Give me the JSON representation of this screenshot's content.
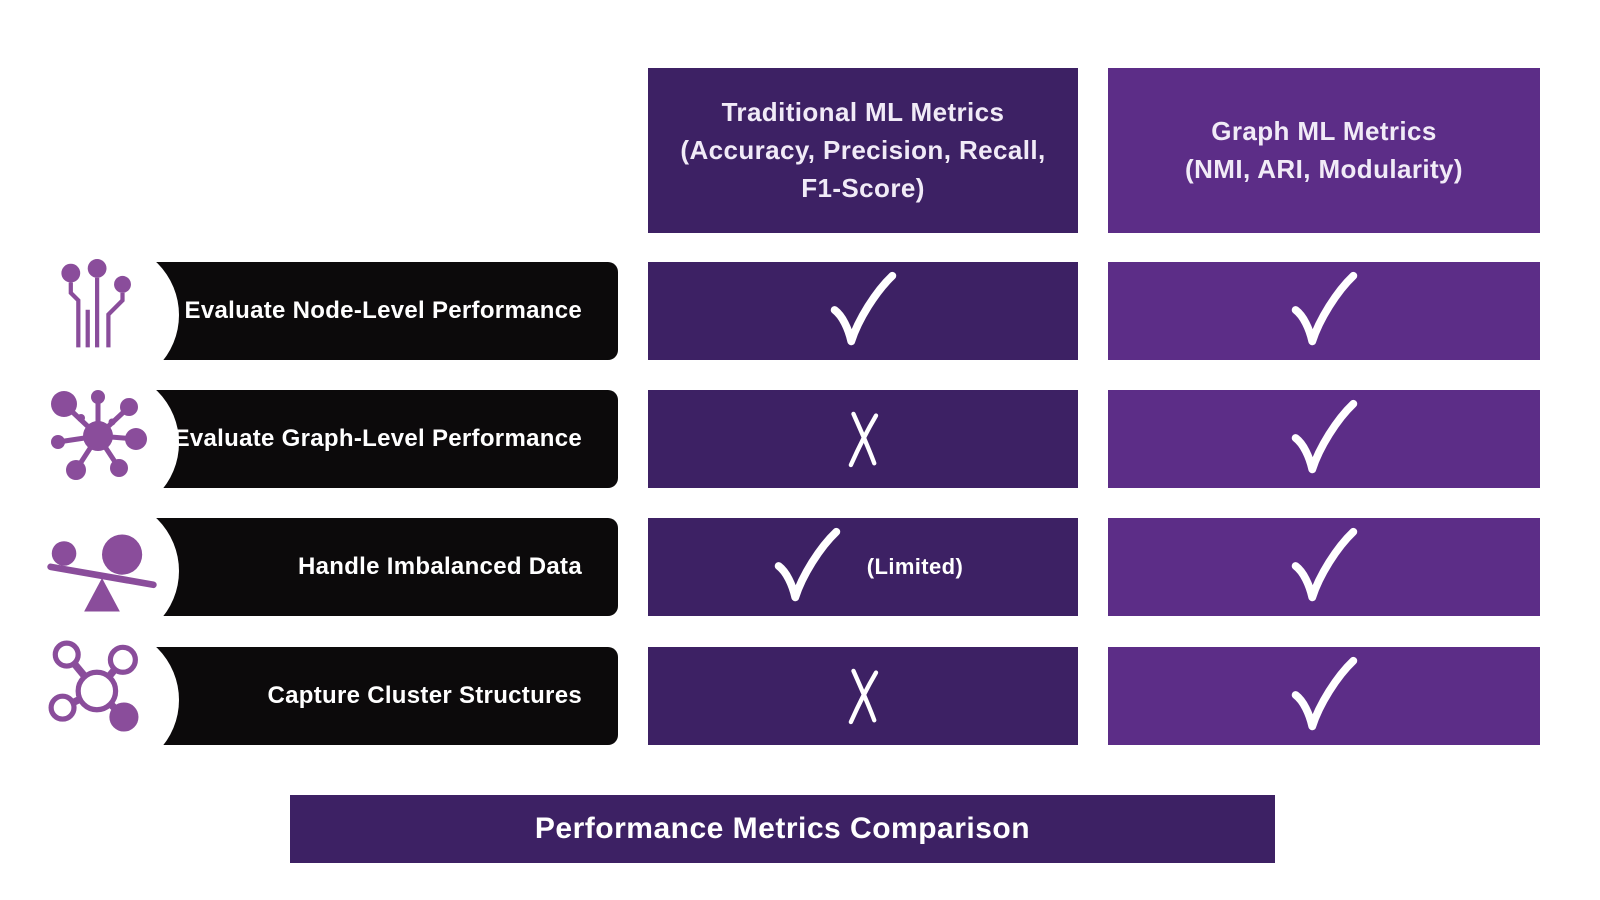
{
  "colors": {
    "dark_purple": "#3d2164",
    "light_purple": "#5c2d87",
    "black_bar": "#0c0a0b",
    "icon_purple": "#8a4d9b",
    "text_white": "#ffffff"
  },
  "columns": [
    {
      "title": "Traditional ML Metrics",
      "subtitle": "(Accuracy, Precision, Recall, F1-Score)"
    },
    {
      "title": "Graph ML Metrics",
      "subtitle": "(NMI, ARI, Modularity)"
    }
  ],
  "rows": [
    {
      "label": "Evaluate Node-Level Performance",
      "icon": "node-pins-icon",
      "cells": [
        {
          "mark": "check",
          "note": ""
        },
        {
          "mark": "check",
          "note": ""
        }
      ]
    },
    {
      "label": "Evaluate Graph-Level Performance",
      "icon": "network-graph-icon",
      "cells": [
        {
          "mark": "cross",
          "note": ""
        },
        {
          "mark": "check",
          "note": ""
        }
      ]
    },
    {
      "label": "Handle Imbalanced Data",
      "icon": "balance-scale-icon",
      "cells": [
        {
          "mark": "check",
          "note": "(Limited)"
        },
        {
          "mark": "check",
          "note": ""
        }
      ]
    },
    {
      "label": "Capture Cluster Structures",
      "icon": "cluster-structure-icon",
      "cells": [
        {
          "mark": "cross",
          "note": ""
        },
        {
          "mark": "check",
          "note": ""
        }
      ]
    }
  ],
  "footer": {
    "title": "Performance Metrics Comparison"
  }
}
